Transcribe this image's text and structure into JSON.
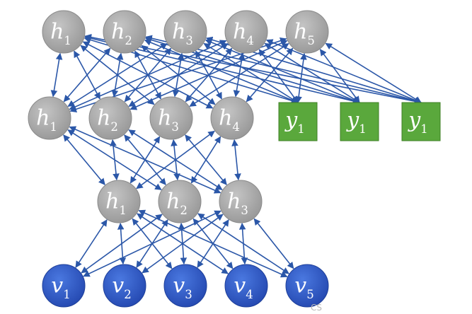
{
  "colors": {
    "hidden": "#a9a9a9",
    "hidden_edge": "#8a8a8a",
    "visible": "#2f5bc7",
    "visible_edge": "#1e3f99",
    "output": "#5aa83c",
    "output_edge": "#3f7f26",
    "arrow": "#2b57a8"
  },
  "layers": {
    "top_hidden": [
      {
        "base": "h",
        "sub": "1"
      },
      {
        "base": "h",
        "sub": "2"
      },
      {
        "base": "h",
        "sub": "3"
      },
      {
        "base": "h",
        "sub": "4"
      },
      {
        "base": "h",
        "sub": "5"
      }
    ],
    "mid_hidden": [
      {
        "base": "h",
        "sub": "1"
      },
      {
        "base": "h",
        "sub": "2"
      },
      {
        "base": "h",
        "sub": "3"
      },
      {
        "base": "h",
        "sub": "4"
      }
    ],
    "outputs": [
      {
        "base": "y",
        "sub": "1"
      },
      {
        "base": "y",
        "sub": "1"
      },
      {
        "base": "y",
        "sub": "1"
      }
    ],
    "low_hidden": [
      {
        "base": "h",
        "sub": "1"
      },
      {
        "base": "h",
        "sub": "2"
      },
      {
        "base": "h",
        "sub": "3"
      }
    ],
    "visible": [
      {
        "base": "v",
        "sub": "1"
      },
      {
        "base": "v",
        "sub": "2"
      },
      {
        "base": "v",
        "sub": "3"
      },
      {
        "base": "v",
        "sub": "4"
      },
      {
        "base": "v",
        "sub": "5"
      }
    ]
  },
  "watermark": "CS"
}
